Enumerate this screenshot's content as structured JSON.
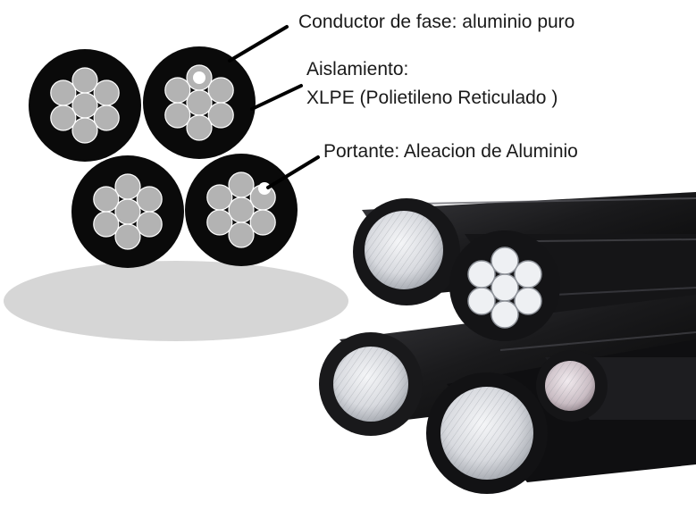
{
  "labels": {
    "conductor": "Conductor de fase: aluminio puro",
    "insulation_title": "Aislamiento:",
    "insulation_desc": "XLPE (Polietileno Reticulado )",
    "carrier": "Portante: Aleacion de Aluminio"
  },
  "colors": {
    "insulation": "#0a0a0a",
    "strand": "#b3b3b3",
    "shadow": "#d6d6d6",
    "photo_jacket": "#1c1c1e",
    "photo_aluminum": "#e4e6ea",
    "leader_line": "#000000"
  }
}
